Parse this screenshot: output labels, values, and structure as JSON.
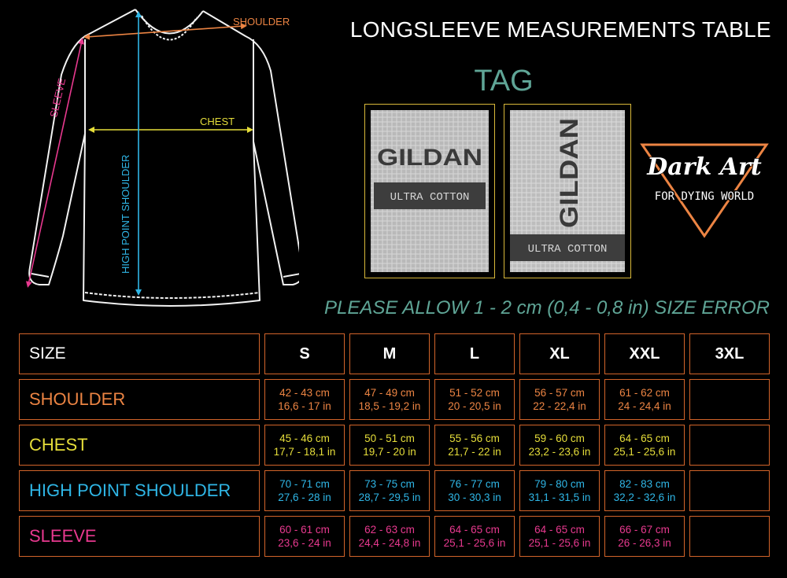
{
  "title": "LONGSLEEVE MEASUREMENTS TABLE",
  "tag_title": "TAG",
  "diagram": {
    "shoulder": "SHOULDER",
    "sleeve": "SLEEVE",
    "chest": "CHEST",
    "hps": "HIGH POINT SHOULDER"
  },
  "tags": {
    "brand": "GILDAN",
    "sub": "ULTRA COTTON"
  },
  "logo": {
    "line1": "Dark Art",
    "line2": "FOR DYING WORLD"
  },
  "error_note": "PLEASE ALLOW 1 - 2 cm (0,4 - 0,8 in) SIZE ERROR",
  "colors": {
    "border": "#d2642a",
    "tag_border": "#d9b93a",
    "teal": "#5fa596",
    "shoulder": "#ec8443",
    "chest": "#e6de3a",
    "hps": "#2fb6e6",
    "sleeve": "#e8398f"
  },
  "table": {
    "size_label": "SIZE",
    "sizes": [
      "S",
      "M",
      "L",
      "XL",
      "XXL",
      "3XL"
    ],
    "rows": [
      {
        "label": "SHOULDER",
        "color": "#ec8443",
        "cells": [
          {
            "cm": "42 - 43 cm",
            "in": "16,6 - 17 in"
          },
          {
            "cm": "47 - 49 cm",
            "in": "18,5 - 19,2 in"
          },
          {
            "cm": "51 - 52 cm",
            "in": "20 - 20,5 in"
          },
          {
            "cm": "56 - 57 cm",
            "in": "22 - 22,4 in"
          },
          {
            "cm": "61 - 62 cm",
            "in": "24 - 24,4 in"
          },
          {
            "cm": "",
            "in": ""
          }
        ]
      },
      {
        "label": "CHEST",
        "color": "#e6de3a",
        "cells": [
          {
            "cm": "45 - 46 cm",
            "in": "17,7 - 18,1 in"
          },
          {
            "cm": "50 - 51 cm",
            "in": "19,7 - 20 in"
          },
          {
            "cm": "55 - 56 cm",
            "in": "21,7 - 22 in"
          },
          {
            "cm": "59 - 60 cm",
            "in": "23,2 - 23,6 in"
          },
          {
            "cm": "64 - 65 cm",
            "in": "25,1 - 25,6 in"
          },
          {
            "cm": "",
            "in": ""
          }
        ]
      },
      {
        "label": "HIGH POINT SHOULDER",
        "color": "#2fb6e6",
        "cells": [
          {
            "cm": "70 - 71 cm",
            "in": "27,6 - 28 in"
          },
          {
            "cm": "73 - 75 cm",
            "in": "28,7 - 29,5 in"
          },
          {
            "cm": "76 - 77 cm",
            "in": "30 - 30,3 in"
          },
          {
            "cm": "79 - 80 cm",
            "in": "31,1 - 31,5 in"
          },
          {
            "cm": "82 - 83 cm",
            "in": "32,2 - 32,6 in"
          },
          {
            "cm": "",
            "in": ""
          }
        ]
      },
      {
        "label": "SLEEVE",
        "color": "#e8398f",
        "cells": [
          {
            "cm": "60 - 61 cm",
            "in": "23,6 - 24 in"
          },
          {
            "cm": "62 - 63 cm",
            "in": "24,4 - 24,8 in"
          },
          {
            "cm": "64 - 65 cm",
            "in": "25,1 - 25,6 in"
          },
          {
            "cm": "64 - 65 cm",
            "in": "25,1 - 25,6 in"
          },
          {
            "cm": "66 - 67 cm",
            "in": "26 - 26,3 in"
          },
          {
            "cm": "",
            "in": ""
          }
        ]
      }
    ]
  }
}
